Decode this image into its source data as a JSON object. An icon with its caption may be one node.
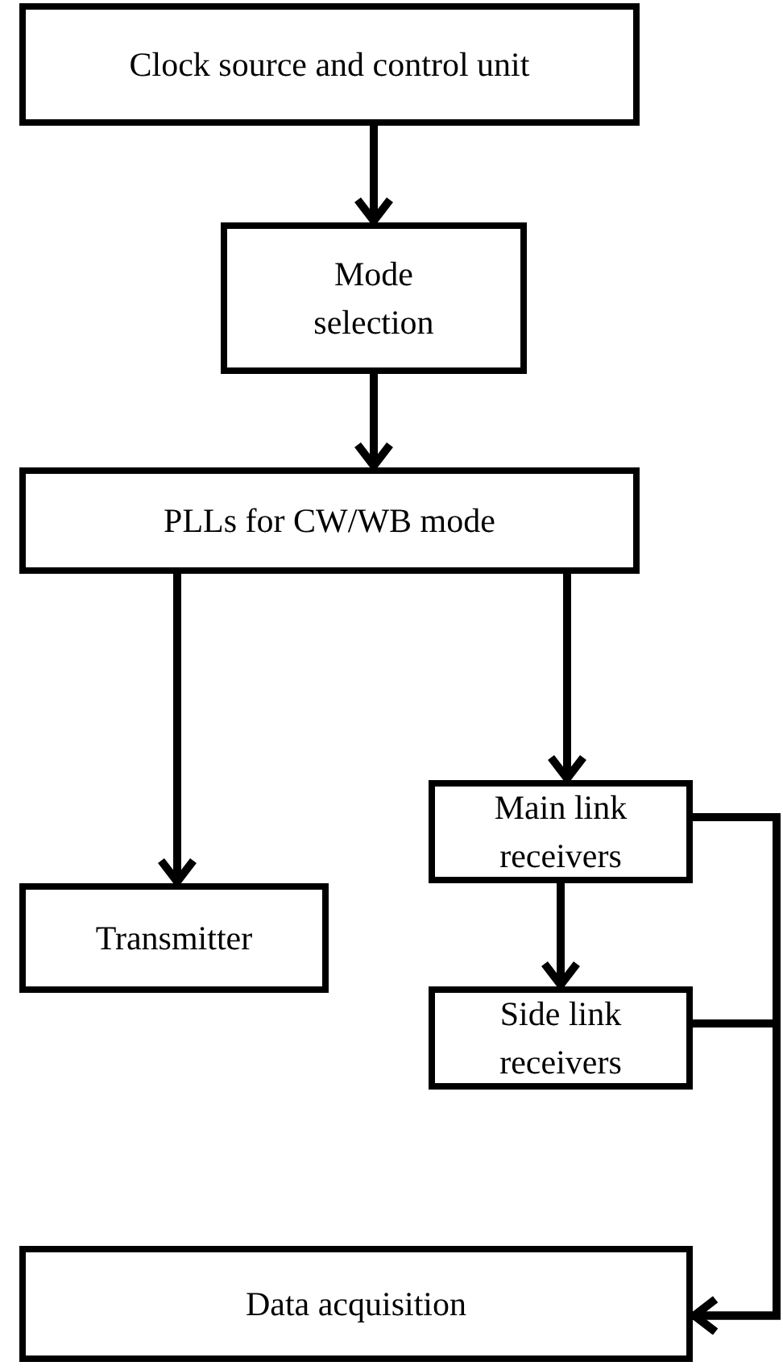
{
  "diagram": {
    "nodes": [
      {
        "text": [
          "Clock source and control unit"
        ]
      },
      {
        "text": [
          "Mode selection"
        ]
      },
      {
        "text": [
          "PLLs for CW/WB mode"
        ]
      },
      {
        "text": [
          "Transmitter"
        ]
      },
      {
        "text": [
          "Main link receivers"
        ]
      },
      {
        "text": [
          "Side link receivers"
        ]
      },
      {
        "text": [
          "Data acquisition"
        ]
      }
    ],
    "edges": [
      {
        "from": 0,
        "to": 1,
        "arrow": "to"
      },
      {
        "from": 1,
        "to": 2,
        "arrow": "to"
      },
      {
        "from": 2,
        "to": 3,
        "arrow": "to"
      },
      {
        "from": 2,
        "to": 4,
        "arrow": "to"
      },
      {
        "from": 4,
        "to": 5,
        "arrow": "to"
      },
      {
        "from": 4,
        "to": 6,
        "arrow": "to"
      },
      {
        "from": 5,
        "to": 6,
        "arrow": "to"
      }
    ]
  }
}
